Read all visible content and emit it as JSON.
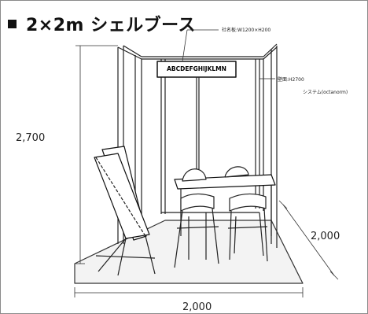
{
  "title": "2×2m シェルブース",
  "labels": {
    "sign_label": "社名板:W1200×H200",
    "wall_label": "壁面:H2700",
    "system_label": "システム(octanorm)",
    "sign_text": "ABCDEFGHIJKLMN"
  },
  "dimensions": {
    "height": "2,700",
    "depth": "2,000",
    "width": "2,000"
  }
}
